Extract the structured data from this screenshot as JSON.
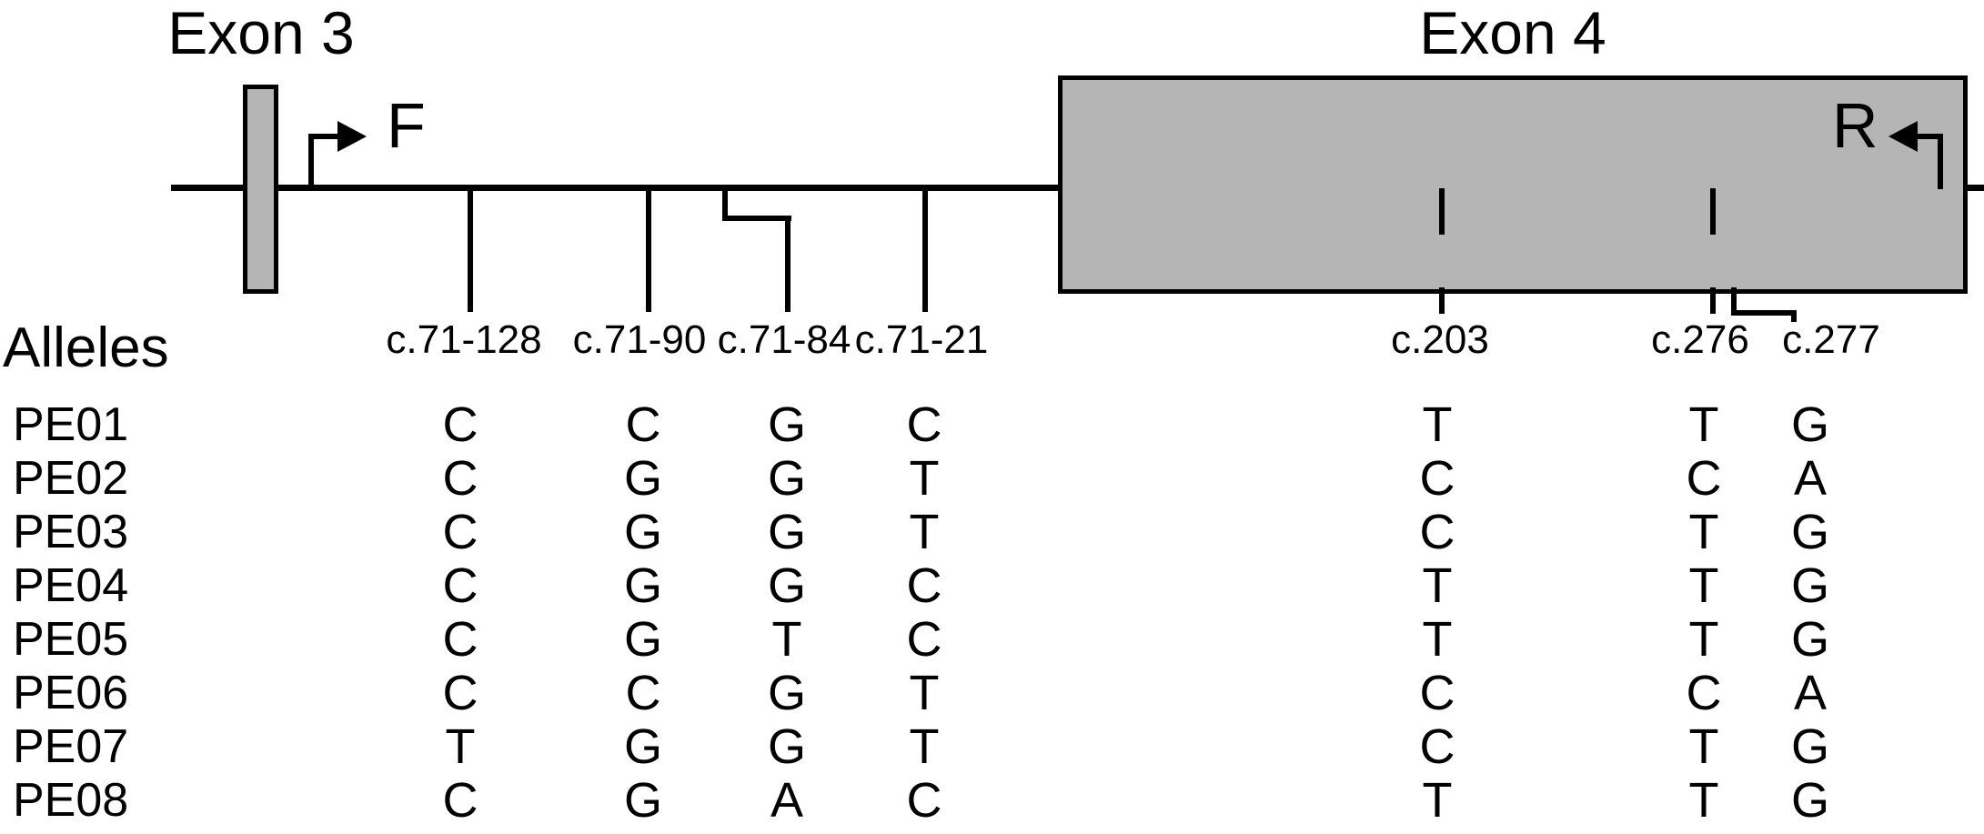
{
  "exons": {
    "left_title": "Exon 3",
    "right_title": "Exon 4"
  },
  "primers": {
    "forward": "F",
    "reverse": "R"
  },
  "alleles_heading": "Alleles",
  "positions": [
    "c.71-128",
    "c.71-90",
    "c.71-84",
    "c.71-21",
    "c.203",
    "c.276",
    "c.277"
  ],
  "alleles": [
    {
      "id": "PE01",
      "values": [
        "C",
        "C",
        "G",
        "C",
        "T",
        "T",
        "G"
      ]
    },
    {
      "id": "PE02",
      "values": [
        "C",
        "G",
        "G",
        "T",
        "C",
        "C",
        "A"
      ]
    },
    {
      "id": "PE03",
      "values": [
        "C",
        "G",
        "G",
        "T",
        "C",
        "T",
        "G"
      ]
    },
    {
      "id": "PE04",
      "values": [
        "C",
        "G",
        "G",
        "C",
        "T",
        "T",
        "G"
      ]
    },
    {
      "id": "PE05",
      "values": [
        "C",
        "G",
        "T",
        "C",
        "T",
        "T",
        "G"
      ]
    },
    {
      "id": "PE06",
      "values": [
        "C",
        "C",
        "G",
        "T",
        "C",
        "C",
        "A"
      ]
    },
    {
      "id": "PE07",
      "values": [
        "T",
        "G",
        "G",
        "T",
        "C",
        "T",
        "G"
      ]
    },
    {
      "id": "PE08",
      "values": [
        "C",
        "G",
        "A",
        "C",
        "T",
        "T",
        "G"
      ]
    }
  ],
  "colors": {
    "exon_fill": "#b5b5b5",
    "stroke": "#000000",
    "background": "#ffffff"
  }
}
